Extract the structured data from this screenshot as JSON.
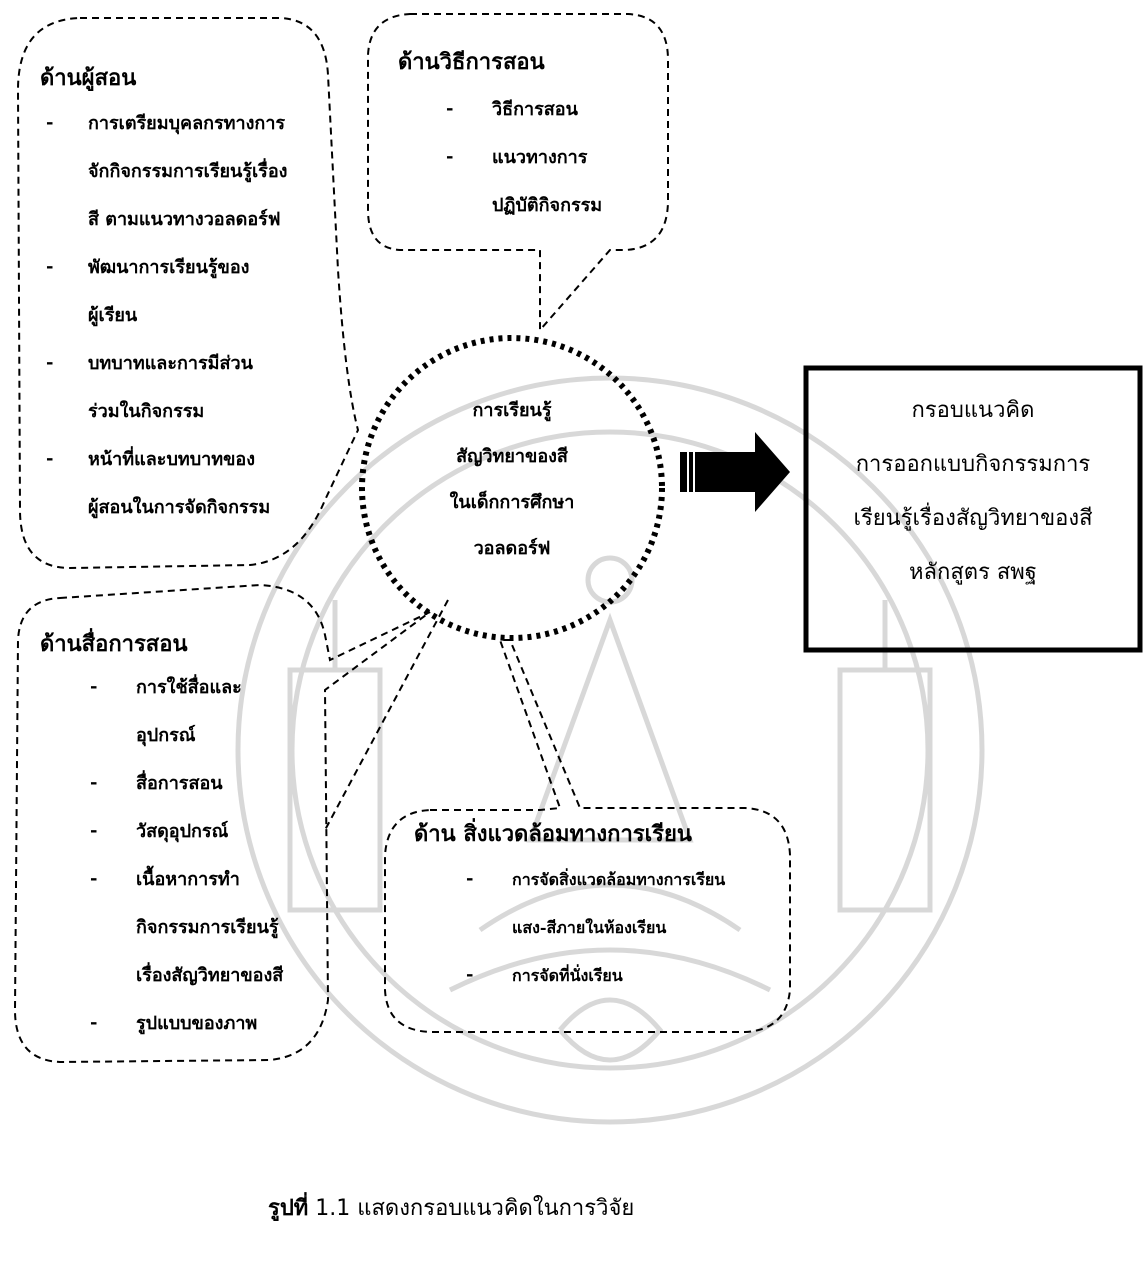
{
  "teacher": {
    "heading": "ด้านผู้สอน",
    "items": [
      {
        "lines": [
          "การเตรียมบุคลกรทางการ",
          "จักกิจกรรมการเรียนรู้เรื่อง",
          "สี ตามแนวทางวอลดอร์ฟ"
        ]
      },
      {
        "lines": [
          "พัฒนาการเรียนรู้ของ",
          "ผู้เรียน"
        ]
      },
      {
        "lines": [
          "บทบาทและการมีส่วน",
          "ร่วมในกิจกรรม"
        ]
      },
      {
        "lines": [
          "หน้าที่และบทบาทของ",
          "ผู้สอนในการจัดกิจกรรม"
        ]
      }
    ]
  },
  "method": {
    "heading": "ด้านวิธีการสอน",
    "items": [
      {
        "lines": [
          "วิธีการสอน"
        ]
      },
      {
        "lines": [
          "แนวทางการ",
          "ปฏิบัติกิจกรรม"
        ]
      }
    ]
  },
  "media": {
    "heading": "ด้านสื่อการสอน",
    "items": [
      {
        "lines": [
          "การใช้สื่อและ",
          "อุปกรณ์"
        ]
      },
      {
        "lines": [
          "สื่อการสอน"
        ]
      },
      {
        "lines": [
          "วัสดุอุปกรณ์"
        ]
      },
      {
        "lines": [
          "เนื้อหาการทำ",
          "กิจกรรมการเรียนรู้",
          "เรื่องสัญวิทยาของสี"
        ]
      },
      {
        "lines": [
          "รูปแบบของภาพ"
        ]
      }
    ]
  },
  "environment": {
    "heading": "ด้าน สิ่งแวดล้อมทางการเรียน",
    "items": [
      {
        "lines": [
          "การจัดสิ่งแวดล้อมทางการเรียน",
          "แสง-สีภายในห้องเรียน"
        ]
      },
      {
        "lines": [
          "การจัดที่นั่งเรียน"
        ]
      }
    ]
  },
  "center": {
    "lines": [
      "การเรียนรู้",
      "สัญวิทยาของสี",
      "ในเด็กการศึกษา",
      "วอลดอร์ฟ"
    ]
  },
  "framework": {
    "lines": [
      "กรอบแนวคิด",
      "การออกแบบกิจกรรมการ",
      "เรียนรู้เรื่องสัญวิทยาของสี",
      "หลักสูตร สพฐ"
    ]
  },
  "caption": {
    "label": "รูปที่",
    "number": "1.1",
    "text": "แสดงกรอบแนวคิดในการวิจัย"
  },
  "bullet_char": "-",
  "colors": {
    "ink": "#000000",
    "watermark": "#8a8a8a"
  },
  "icons": [
    "arrow-right-icon",
    "university-seal-watermark"
  ]
}
